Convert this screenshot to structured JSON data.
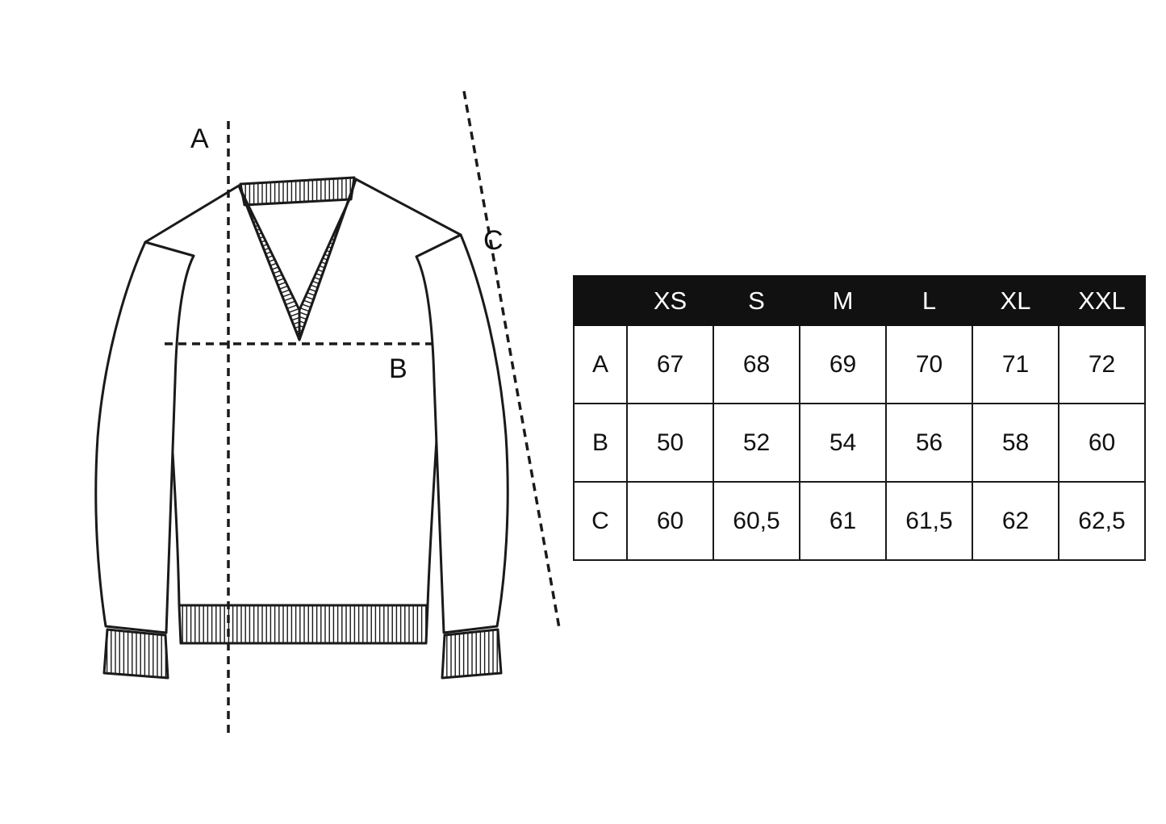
{
  "diagram": {
    "description": "v-neck-sweater-measurement-diagram",
    "labels": {
      "a": "A",
      "b": "B",
      "c": "C"
    },
    "line_color": "#1a1a1a"
  },
  "size_table": {
    "columns": [
      "XS",
      "S",
      "M",
      "L",
      "XL",
      "XXL"
    ],
    "rows": [
      {
        "label": "A",
        "values": [
          "67",
          "68",
          "69",
          "70",
          "71",
          "72"
        ]
      },
      {
        "label": "B",
        "values": [
          "50",
          "52",
          "54",
          "56",
          "58",
          "60"
        ]
      },
      {
        "label": "C",
        "values": [
          "60",
          "60,5",
          "61",
          "61,5",
          "62",
          "62,5"
        ]
      }
    ],
    "header_bg": "#111111",
    "header_text_color": "#ffffff",
    "border_color": "#1a1a1a"
  }
}
